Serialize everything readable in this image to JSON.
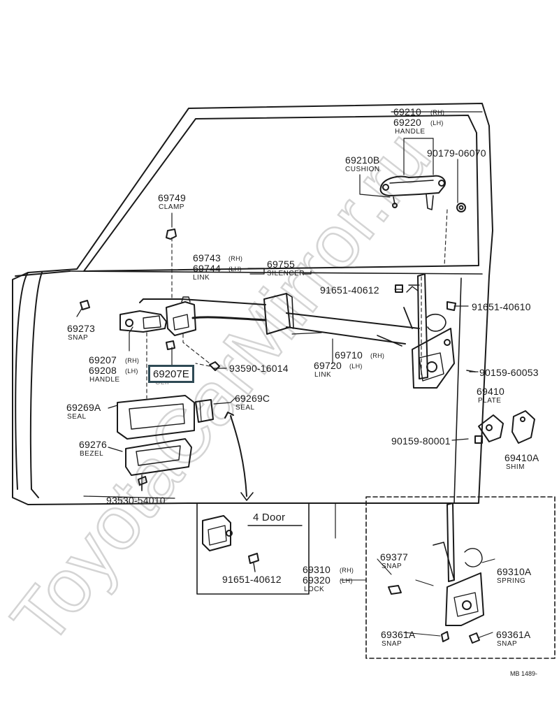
{
  "labels": {
    "p69210": "69210",
    "p69220": "69220",
    "rh": "(RH)",
    "lh": "(LH)",
    "handle": "HANDLE",
    "p69210b": "69210B",
    "cushion": "CUSHION",
    "p90179": "90179-06070",
    "p69749": "69749",
    "clamp": "CLAMP",
    "p69743": "69743",
    "p69744": "69744",
    "link": "LINK",
    "p69755": "69755",
    "silencer": "SILENCER",
    "p91651a": "91651-40612",
    "p91651b": "91651-40610",
    "p69273": "69273",
    "snap": "SNAP",
    "p69207": "69207",
    "p69208": "69208",
    "p69207e": "69207E",
    "clip": "CLIP",
    "p93590": "93590-16014",
    "p69710": "69710",
    "p69720": "69720",
    "p90159a": "90159-60053",
    "p69410": "69410",
    "plate": "PLATE",
    "p69269a": "69269A",
    "seal": "SEAL",
    "p69269c": "69269C",
    "p69276": "69276",
    "bezel": "BEZEL",
    "p90159b": "90159-80001",
    "p69410a": "69410A",
    "shim": "SHIM",
    "p93530": "93530-54010",
    "four_door": "4 Door",
    "p91651c": "91651-40612",
    "p69310": "69310",
    "p69320": "69320",
    "lock": "LOCK",
    "p69377": "69377",
    "p69310a": "69310A",
    "spring": "SPRING",
    "p69361a_l": "69361A",
    "p69361a_r": "69361A",
    "figure_code": "MB 1489-",
    "watermark": "ToyotaCarMirror.ru"
  },
  "colors": {
    "ink": "#1a1a1a",
    "highlight_border": "#2f4a55",
    "watermark": "#d8d8d8"
  }
}
